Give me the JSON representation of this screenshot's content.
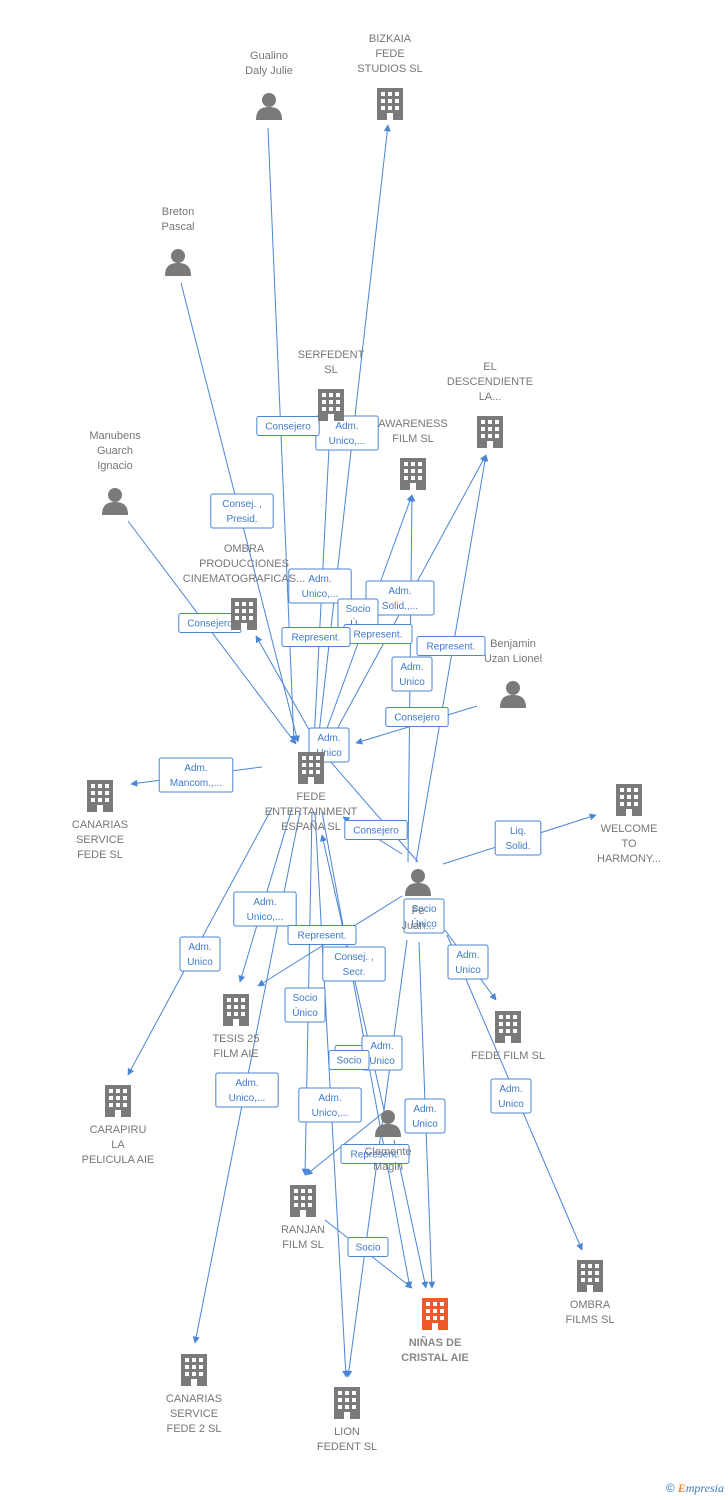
{
  "colors": {
    "edge": "#4a86d4",
    "node": "#7a7a7a",
    "focus": "#f05a28",
    "label": "#777777"
  },
  "nodes": [
    {
      "id": "gualino",
      "type": "person",
      "label": [
        "Gualino",
        "Daly Julie"
      ]
    },
    {
      "id": "bizkaia",
      "type": "company",
      "label": [
        "BIZKAIA",
        "FEDE",
        "STUDIOS SL"
      ]
    },
    {
      "id": "breton",
      "type": "person",
      "label": [
        "Breton",
        "Pascal"
      ]
    },
    {
      "id": "serfedent",
      "type": "company",
      "label": [
        "SERFEDENT",
        "SL"
      ]
    },
    {
      "id": "el_descendiente",
      "type": "company",
      "label": [
        "EL",
        "DESCENDIENTE",
        "LA..."
      ]
    },
    {
      "id": "awareness",
      "type": "company",
      "label": [
        "AWARENESS",
        "FILM SL"
      ]
    },
    {
      "id": "manubens",
      "type": "person",
      "label": [
        "Manubens",
        "Guarch",
        "Ignacio"
      ]
    },
    {
      "id": "ombra_prod",
      "type": "company",
      "label": [
        "OMBRA",
        "PRODUCCIONES",
        "CINEMATOGRAFICAS..."
      ]
    },
    {
      "id": "benjamin",
      "type": "person",
      "label": [
        "Benjamin",
        "Uzan Lionel"
      ]
    },
    {
      "id": "fede_ent",
      "type": "company",
      "label": [
        "FEDE",
        "ENTERTAINMENT",
        "ESPAÑA SL"
      ]
    },
    {
      "id": "canarias",
      "type": "company",
      "label": [
        "CANARIAS",
        "SERVICE",
        "FEDE SL"
      ]
    },
    {
      "id": "welcome",
      "type": "company",
      "label": [
        "WELCOME",
        "TO",
        "HARMONY..."
      ]
    },
    {
      "id": "fede_juan",
      "type": "person",
      "label": [
        "Fe",
        "Juan..."
      ]
    },
    {
      "id": "tesis",
      "type": "company",
      "label": [
        "TESIS 25",
        "FILM AIE"
      ]
    },
    {
      "id": "fede_film",
      "type": "company",
      "label": [
        "FEDE FILM SL"
      ]
    },
    {
      "id": "carapiru",
      "type": "company",
      "label": [
        "CARAPIRU",
        "LA",
        "PELICULA AIE"
      ]
    },
    {
      "id": "clemente",
      "type": "person",
      "label": [
        "Clemente",
        "Magin"
      ]
    },
    {
      "id": "ranjan",
      "type": "company",
      "label": [
        "RANJAN",
        "FILM SL"
      ]
    },
    {
      "id": "ninas",
      "type": "focus",
      "label": [
        "NIÑAS DE",
        "CRISTAL AIE"
      ]
    },
    {
      "id": "ombra_films",
      "type": "company",
      "label": [
        "OMBRA",
        "FILMS SL"
      ]
    },
    {
      "id": "canarias2",
      "type": "company",
      "label": [
        "CANARIAS",
        "SERVICE",
        "FEDE 2 SL"
      ]
    },
    {
      "id": "lion",
      "type": "company",
      "label": [
        "LION",
        "FEDENT SL"
      ]
    }
  ],
  "edges": [
    {
      "from": "gualino",
      "to": "fede_ent",
      "label": []
    },
    {
      "from": "breton",
      "to": "fede_ent",
      "label": [
        "Consej. ,",
        "Presid."
      ]
    },
    {
      "from": "manubens",
      "to": "fede_ent",
      "label": [
        "Consejero"
      ]
    },
    {
      "from": "fede_ent",
      "to": "bizkaia",
      "label": [
        "Adm.",
        "Unico,..."
      ]
    },
    {
      "from": "fede_ent",
      "to": "serfedent",
      "label": [
        "Consejero"
      ]
    },
    {
      "from": "fede_ent",
      "to": "awareness",
      "label": [
        "Adm.",
        "Unico,..."
      ]
    },
    {
      "from": "fede_ent",
      "to": "el_descendiente",
      "label": [
        "Adm.",
        "Solid.,..."
      ]
    },
    {
      "from": "fede_ent",
      "to": "ombra_prod",
      "label": [
        "Socio",
        "Ú..."
      ]
    },
    {
      "from": "fede_ent",
      "to": "canarias",
      "label": [
        "Adm.",
        "Mancom.,..."
      ]
    },
    {
      "from": "fede_ent",
      "to": "carapiru",
      "label": [
        "Adm.",
        "Unico"
      ]
    },
    {
      "from": "fede_ent",
      "to": "tesis",
      "label": [
        "Adm.",
        "Unico,..."
      ]
    },
    {
      "from": "fede_ent",
      "to": "canarias2",
      "label": [
        "Adm.",
        "Unico,..."
      ]
    },
    {
      "from": "fede_ent",
      "to": "ranjan",
      "label": [
        "Socio",
        "Único"
      ]
    },
    {
      "from": "fede_ent",
      "to": "lion",
      "label": [
        "Adm.",
        "Unico,..."
      ]
    },
    {
      "from": "fede_ent",
      "to": "ninas",
      "label": [
        "Socio"
      ]
    },
    {
      "from": "benjamin",
      "to": "fede_ent",
      "label": [
        "Consejero"
      ]
    },
    {
      "from": "fede_juan",
      "to": "fede_ent",
      "label": [
        "Consejero"
      ]
    },
    {
      "from": "fede_juan",
      "to": "awareness",
      "label": [
        "Represent."
      ]
    },
    {
      "from": "fede_juan",
      "to": "el_descendiente",
      "label": [
        "Represent."
      ]
    },
    {
      "from": "fede_juan",
      "to": "welcome",
      "label": [
        "Liq.",
        "Solid."
      ]
    },
    {
      "from": "fede_juan",
      "to": "fede_film",
      "label": [
        "Adm.",
        "Unico"
      ]
    },
    {
      "from": "fede_juan",
      "to": "ombra_films",
      "label": [
        "Adm.",
        "Unico"
      ]
    },
    {
      "from": "fede_juan",
      "to": "tesis",
      "label": [
        "Represent."
      ]
    },
    {
      "from": "fede_juan",
      "to": "lion",
      "label": [
        "Adm.",
        "Unico"
      ]
    },
    {
      "from": "fede_juan",
      "to": "ninas",
      "label": [
        "Adm.",
        "Unico"
      ]
    },
    {
      "from": "fede_juan",
      "to": "fede_ent_alt",
      "label": [
        "Adm.",
        "Unico"
      ]
    },
    {
      "from": "clemente",
      "to": "fede_ent",
      "label": [
        "Consej. ,",
        "Secr."
      ]
    },
    {
      "from": "clemente",
      "to": "ranjan",
      "label": [
        "Socio"
      ]
    },
    {
      "from": "clemente",
      "to": "ninas",
      "label": [
        "Represent."
      ]
    },
    {
      "from": "ranjan",
      "to": "ninas",
      "label": [
        "Socio"
      ]
    }
  ],
  "extra_labels": [
    {
      "label": [
        "Socio",
        "Único"
      ]
    },
    {
      "label": [
        "Adm.",
        "Unico"
      ]
    },
    {
      "label": [
        "Represent."
      ]
    }
  ],
  "branding": {
    "copyright": "©",
    "name_first": "E",
    "name_rest": "mpresia"
  }
}
